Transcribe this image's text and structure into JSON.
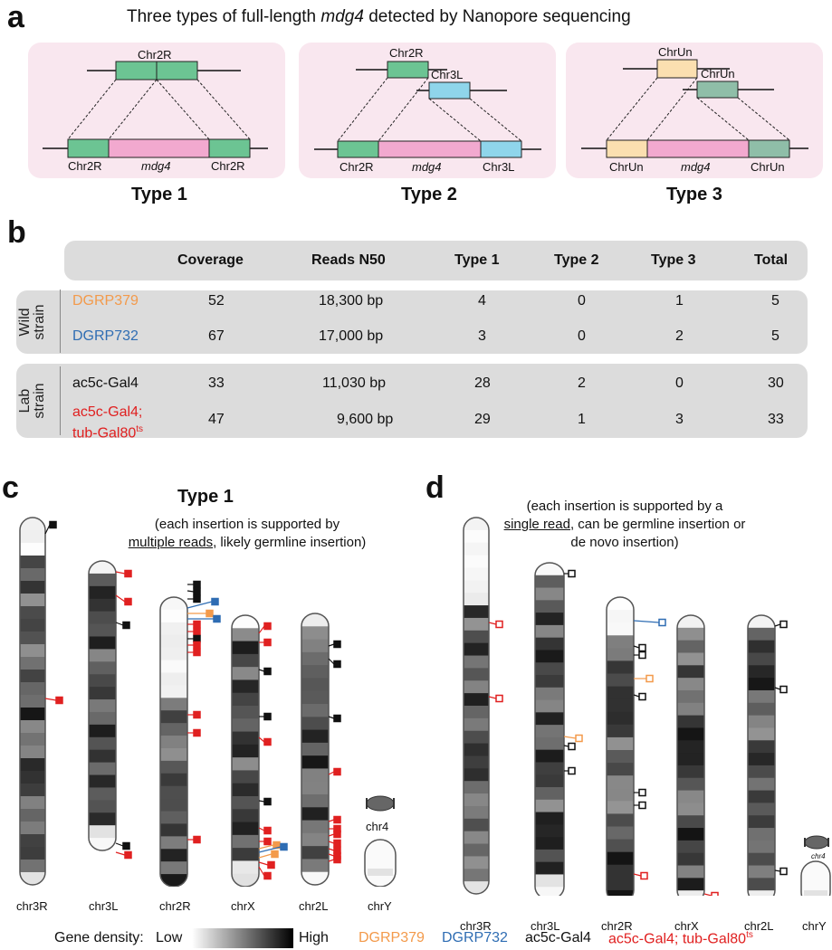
{
  "panels": {
    "a": {
      "label": "a",
      "title_prefix": "Three types of full-length ",
      "title_italic": "mdg4",
      "title_suffix": " detected by Nanopore sequencing",
      "types": [
        {
          "caption": "Type 1",
          "top_labels": [
            "Chr2R"
          ],
          "bottom_left": "Chr2R",
          "bottom_mid": "mdg4",
          "bottom_right": "Chr2R"
        },
        {
          "caption": "Type 2",
          "top_labels": [
            "Chr2R",
            "Chr3L"
          ],
          "bottom_left": "Chr2R",
          "bottom_mid": "mdg4",
          "bottom_right": "Chr3L"
        },
        {
          "caption": "Type 3",
          "top_labels": [
            "ChrUn",
            "ChrUn"
          ],
          "bottom_left": "ChrUn",
          "bottom_mid": "mdg4",
          "bottom_right": "ChrUn"
        }
      ],
      "colors": {
        "chr2r": "#6cc493",
        "chr3l": "#8fd5eb",
        "chrun_a": "#fbdfb0",
        "chrun_b": "#8fbea8",
        "mdg4": "#f2a9cf",
        "bg": "#f9e7ef"
      }
    },
    "b": {
      "label": "b",
      "headers": [
        "Coverage",
        "Reads N50",
        "Type 1",
        "Type 2",
        "Type 3",
        "Total"
      ],
      "groups": [
        {
          "name_line1": "Wild",
          "name_line2": "strain",
          "rows": [
            {
              "strain": "DGRP379",
              "color": "#f39a4b",
              "values": [
                "52",
                "18,300 bp",
                "4",
                "0",
                "1",
                "5"
              ]
            },
            {
              "strain": "DGRP732",
              "color": "#2f6db3",
              "values": [
                "67",
                "17,000 bp",
                "3",
                "0",
                "2",
                "5"
              ]
            }
          ]
        },
        {
          "name_line1": "Lab",
          "name_line2": "strain",
          "rows": [
            {
              "strain": "ac5c-Gal4",
              "color": "#111111",
              "values": [
                "33",
                "11,030 bp",
                "28",
                "2",
                "0",
                "30"
              ]
            },
            {
              "strain": "ac5c-Gal4;",
              "strain_line2": "tub-Gal80",
              "strain_sup": "ts",
              "color": "#e02020",
              "values": [
                "47",
                "9,600 bp",
                "29",
                "1",
                "3",
                "33"
              ]
            }
          ]
        }
      ]
    },
    "c": {
      "label": "c",
      "title": "Type 1",
      "subtitle_line1": "(each insertion is supported by",
      "subtitle_underlined": "multiple reads",
      "subtitle_line2_rest": ", likely germline insertion)",
      "chromosomes": [
        "chr3R",
        "chr3L",
        "chr2R",
        "chrX",
        "chr2L",
        "chr4",
        "chrY"
      ]
    },
    "d": {
      "label": "d",
      "subtitle_line1": "(each insertion is supported by a",
      "subtitle_underlined": "single read",
      "subtitle_line2_rest": ", can be germline insertion or",
      "subtitle_line3": "de novo insertion)",
      "chromosomes": [
        "chr3R",
        "chr3L",
        "chr2R",
        "chrX",
        "chr2L",
        "chr4",
        "chrY"
      ]
    }
  },
  "legend": {
    "gene_density_label": "Gene density:",
    "low": "Low",
    "high": "High",
    "strains": [
      {
        "name": "DGRP379",
        "color": "#f39a4b"
      },
      {
        "name": "DGRP732",
        "color": "#2f6db3"
      },
      {
        "name": "ac5c-Gal4",
        "color": "#111111"
      },
      {
        "name": "ac5c-Gal4; tub-Gal80",
        "sup": "ts",
        "color": "#e02020"
      }
    ]
  }
}
